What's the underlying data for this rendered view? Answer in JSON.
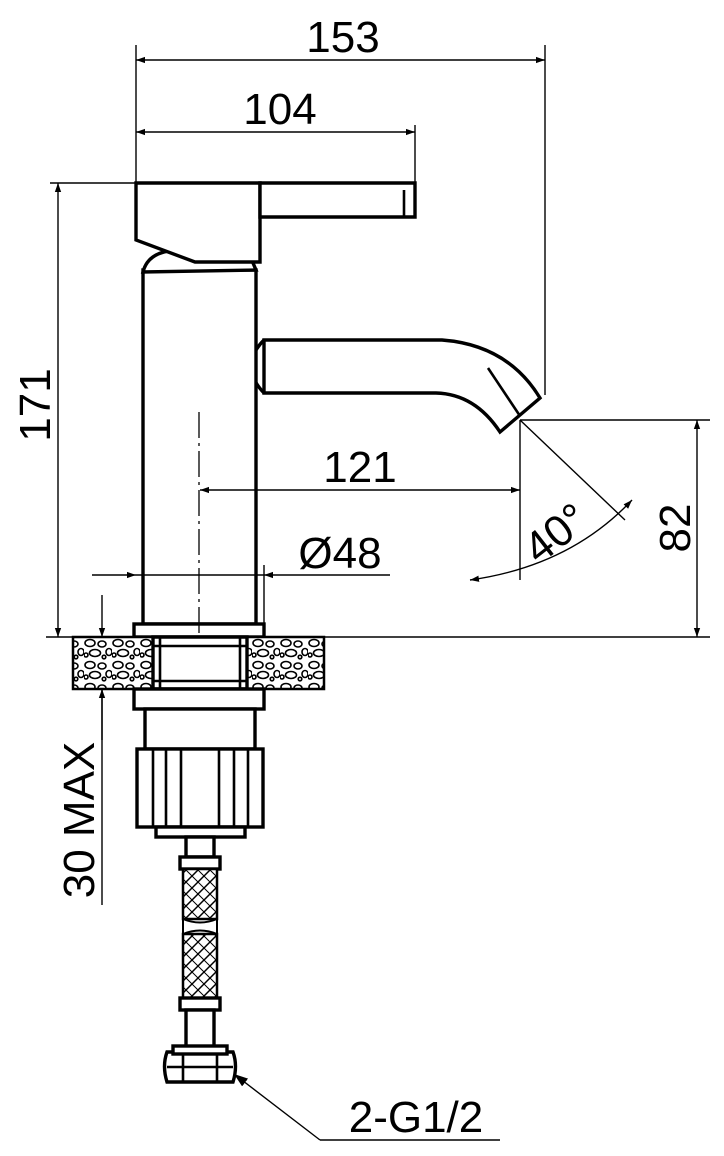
{
  "dimensions": {
    "overall_length": "153",
    "handle_length": "104",
    "total_height": "171",
    "spout_reach": "121",
    "base_diameter": "Ø48",
    "spout_angle": "40°",
    "spout_height": "82",
    "max_mounting_thickness": "30 MAX",
    "connection_thread": "2-G1/2"
  }
}
